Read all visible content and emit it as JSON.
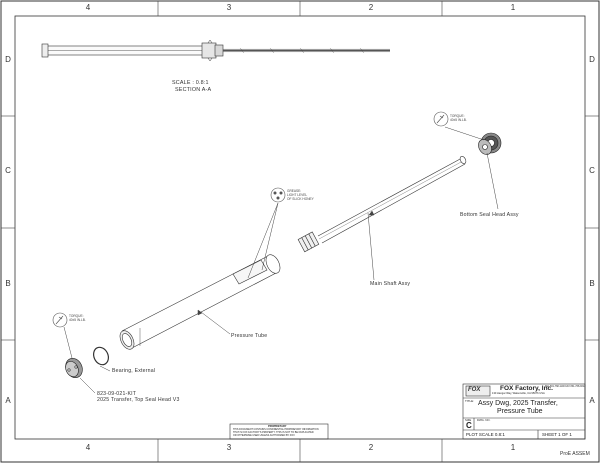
{
  "zones": {
    "columns": [
      "4",
      "3",
      "2",
      "1"
    ],
    "rows": [
      "D",
      "C",
      "B",
      "A"
    ]
  },
  "section_note": {
    "scale": "SCALE : 0.8:1",
    "section": "SECTION A-A"
  },
  "callouts": {
    "bottom_seal_head": "Bottom Seal Head Assy",
    "main_shaft": "Main Shaft Assy",
    "pressure_tube": "Pressure Tube",
    "bearing": "Bearing, External",
    "top_seal_part_no": "823-09-021-KIT",
    "top_seal_name": "2025 Transfer, Top Seal Head V3"
  },
  "notes": {
    "torque_1_line1": "TORQUE:",
    "torque_1_line2": "40±5 IN.LB.",
    "torque_2_line1": "TORQUE:",
    "torque_2_line2": "40±5 IN.LB.",
    "grease_line1": "GREASE:",
    "grease_line2": "LIGHT LEVEL",
    "grease_line3": "OF SLICK HONEY"
  },
  "title_block": {
    "logo": "FOX",
    "company": "FOX Factory, Inc.",
    "address": "130 Hangar Way, Watsonville, CA 95076 USA",
    "phone": "TEL 831-768-1100  FAX 831-768-9312",
    "title_label": "TITLE:",
    "title_line1": "Assy Dwg, 2025 Transfer,",
    "title_line2": "Pressure Tube",
    "size_label": "SIZE",
    "size": "C",
    "dwg_no_label": "DWG. NO.",
    "plot_scale": "PLOT SCALE 0.8:1",
    "sheet": "SHEET 1 OF 1",
    "confidential_title": "PROPRIETARY",
    "confidential_line1": "THIS DOCUMENT CONTAINS CONFIDENTIAL PROPRIETARY INFORMATION",
    "confidential_line2": "THAT IS FOX FACTORY'S PROPERTY. THIS IS NOT TO BE DUPLICATED",
    "confidential_line3": "OR OTHERWISE USED UNLESS AUTHORIZED BY FOX"
  },
  "footer": {
    "software": "ProE ASSEM"
  }
}
